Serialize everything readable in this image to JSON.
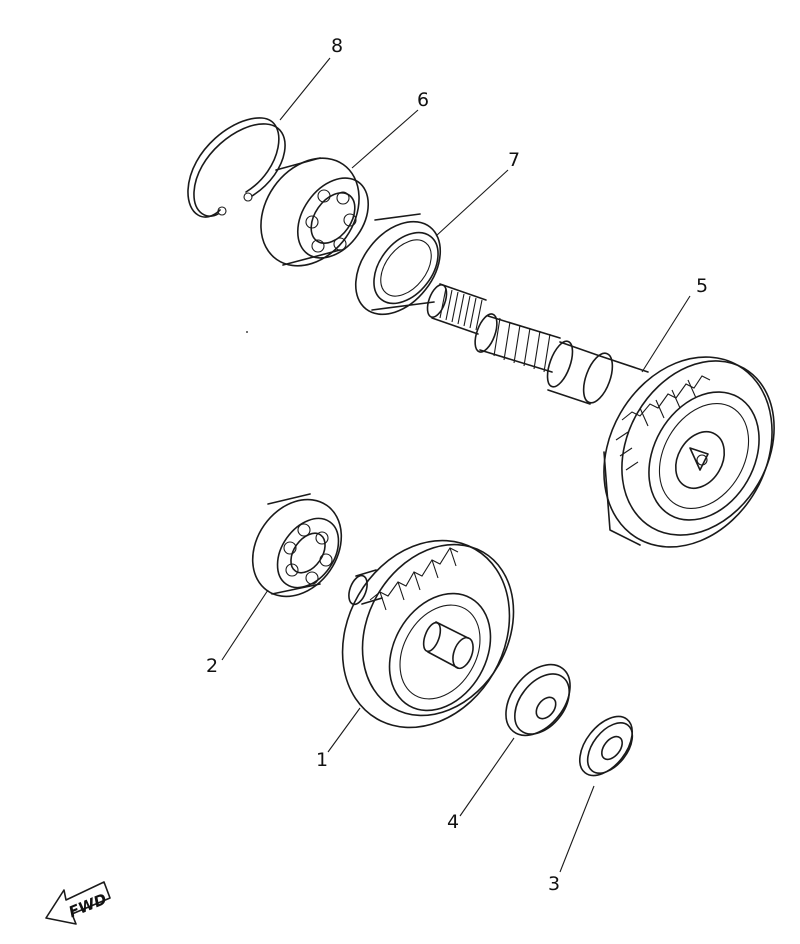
{
  "callouts": [
    {
      "id": "1",
      "text": "1"
    },
    {
      "id": "2",
      "text": "2"
    },
    {
      "id": "3",
      "text": "3"
    },
    {
      "id": "4",
      "text": "4"
    },
    {
      "id": "5",
      "text": "5"
    },
    {
      "id": "6",
      "text": "6"
    },
    {
      "id": "7",
      "text": "7"
    },
    {
      "id": "8",
      "text": "8"
    }
  ],
  "direction_arrow": {
    "text": "FWD"
  }
}
